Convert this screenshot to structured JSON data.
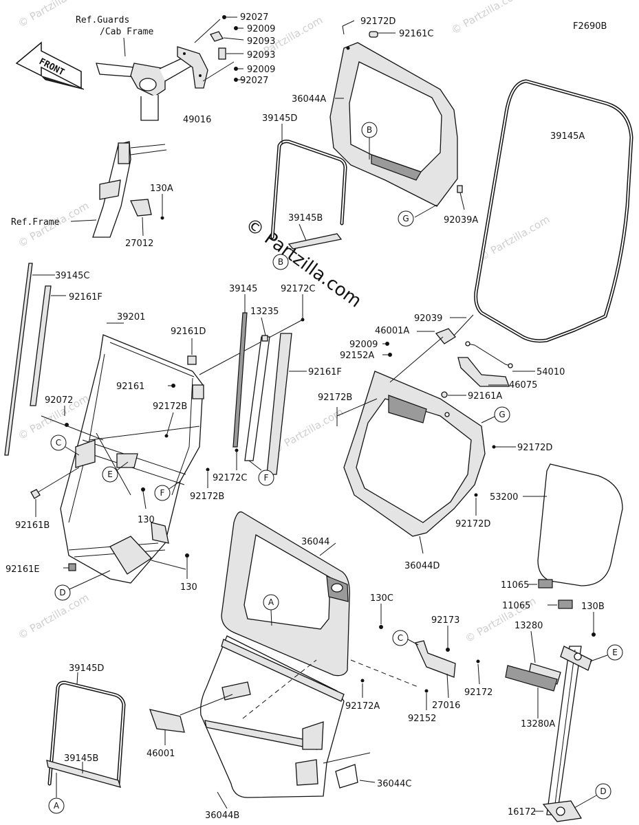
{
  "figure_code": "F2690B",
  "front_arrow_label": "FRONT",
  "reference_labels": {
    "guards": "Ref.Guards",
    "cab_frame": "/Cab Frame",
    "frame": "Ref.Frame"
  },
  "watermark": {
    "main": "© Partzilla.com",
    "repeat": "© Partzilla.com"
  },
  "part_labels": {
    "p92027a": "92027",
    "p92009a": "92009",
    "p92093a": "92093",
    "p92093b": "92093",
    "p92009b": "92009",
    "p92027b": "92027",
    "p49016": "49016",
    "p92172D_top": "92172D",
    "p92161C": "92161C",
    "p36044A": "36044A",
    "p39145D_top": "39145D",
    "p39145A": "39145A",
    "p130A": "130A",
    "p27012": "27012",
    "p39145B_top": "39145B",
    "p92039A": "92039A",
    "p39145C": "39145C",
    "p92161F_left": "92161F",
    "p39201": "39201",
    "p92161D": "92161D",
    "p39145": "39145",
    "p92172C_top": "92172C",
    "p13235": "13235",
    "p92039": "92039",
    "p46001A": "46001A",
    "p92009c": "92009",
    "p92152A": "92152A",
    "p54010": "54010",
    "p92161": "92161",
    "p92172B_mid": "92172B",
    "p92161F_right": "92161F",
    "p46075": "46075",
    "p92072": "92072",
    "p92172B_right": "92172B",
    "p92161A": "92161A",
    "p92172D_right": "92172D",
    "p92172C_low": "92172C",
    "p92172B_low": "92172B",
    "p92161B": "92161B",
    "p130_mid": "130",
    "p53200": "53200",
    "p92172D_low": "92172D",
    "p36044": "36044",
    "p36044D": "36044D",
    "p92161E": "92161E",
    "p130_low": "130",
    "p11065a": "11065",
    "p11065b": "11065",
    "p130C": "130C",
    "p130B": "130B",
    "p92173": "92173",
    "p13280": "13280",
    "p39145D_low": "39145D",
    "p92172A": "92172A",
    "p92172": "92172",
    "p27016": "27016",
    "p92152": "92152",
    "p13280A": "13280A",
    "p46001": "46001",
    "p39145B_low": "39145B",
    "p36044C": "36044C",
    "p36044B": "36044B",
    "p16172": "16172"
  },
  "callouts": {
    "A": "A",
    "B": "B",
    "C": "C",
    "D": "D",
    "E": "E",
    "F": "F",
    "G": "G"
  }
}
